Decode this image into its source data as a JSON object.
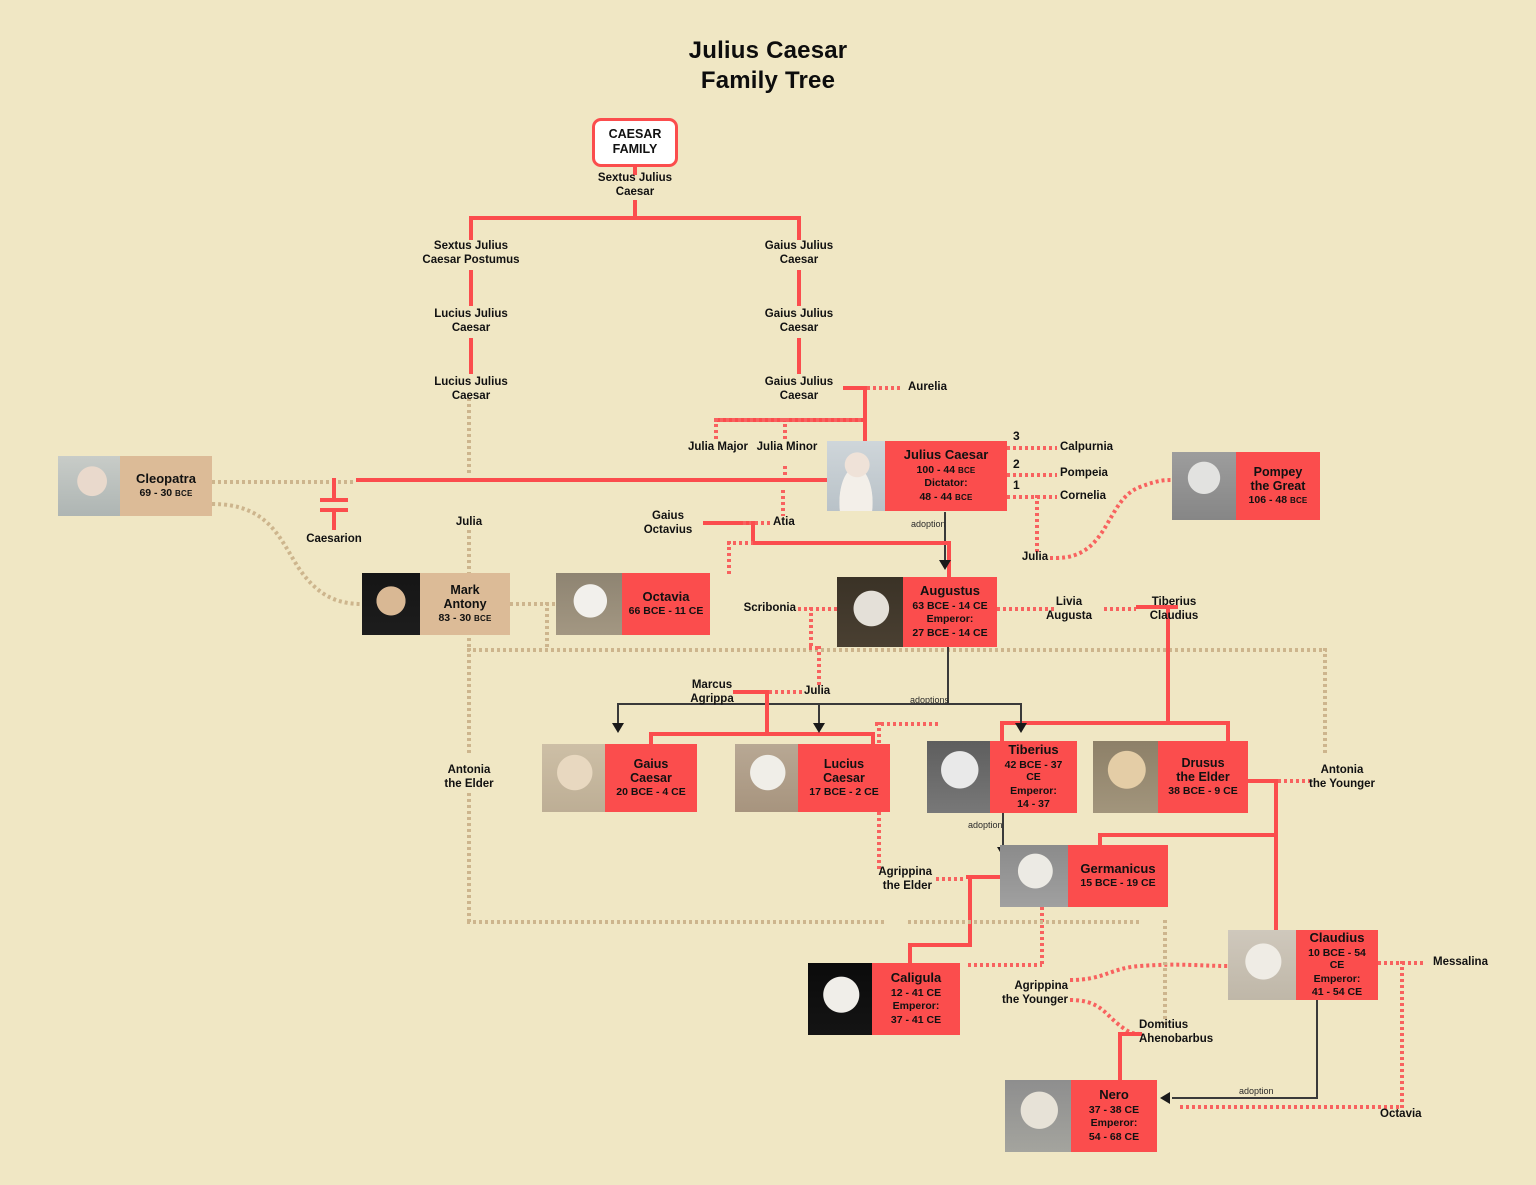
{
  "title": {
    "line1": "Julius Caesar",
    "line2": "Family Tree"
  },
  "colors": {
    "background": "#f0e7c4",
    "accent_red": "#fb4d4d",
    "tan_card": "#dcbb97",
    "text": "#111111"
  },
  "root": {
    "line1": "CAESAR",
    "line2": "FAMILY"
  },
  "text_nodes": [
    {
      "id": "sextus-julius-caesar",
      "line1": "Sextus Julius",
      "line2": "Caesar"
    },
    {
      "id": "sextus-julius-caesar-postumus",
      "line1": "Sextus Julius",
      "line2": "Caesar Postumus"
    },
    {
      "id": "gaius-julius-caesar-1",
      "line1": "Gaius Julius",
      "line2": "Caesar"
    },
    {
      "id": "lucius-julius-caesar-1",
      "line1": "Lucius Julius",
      "line2": "Caesar"
    },
    {
      "id": "gaius-julius-caesar-2",
      "line1": "Gaius Julius",
      "line2": "Caesar"
    },
    {
      "id": "lucius-julius-caesar-2",
      "line1": "Lucius Julius",
      "line2": "Caesar"
    },
    {
      "id": "gaius-julius-caesar-3",
      "line1": "Gaius Julius",
      "line2": "Caesar"
    },
    {
      "id": "aurelia",
      "line1": "Aurelia",
      "line2": ""
    },
    {
      "id": "julia-major",
      "line1": "Julia Major",
      "line2": ""
    },
    {
      "id": "julia-minor",
      "line1": "Julia Minor",
      "line2": ""
    },
    {
      "id": "calpurnia",
      "line1": "Calpurnia",
      "line2": ""
    },
    {
      "id": "pompeia",
      "line1": "Pompeia",
      "line2": ""
    },
    {
      "id": "cornelia",
      "line1": "Cornelia",
      "line2": ""
    },
    {
      "id": "julia-daughter-of-caesar",
      "line1": "Julia",
      "line2": ""
    },
    {
      "id": "caesarion",
      "line1": "Caesarion",
      "line2": ""
    },
    {
      "id": "julia-aunt",
      "line1": "Julia",
      "line2": ""
    },
    {
      "id": "gaius-octavius",
      "line1": "Gaius",
      "line2": "Octavius"
    },
    {
      "id": "atia",
      "line1": "Atia",
      "line2": ""
    },
    {
      "id": "scribonia",
      "line1": "Scribonia",
      "line2": ""
    },
    {
      "id": "livia-augusta",
      "line1": "Livia",
      "line2": "Augusta"
    },
    {
      "id": "tiberius-claudius",
      "line1": "Tiberius",
      "line2": "Claudius"
    },
    {
      "id": "marcus-agrippa",
      "line1": "Marcus",
      "line2": "Agrippa"
    },
    {
      "id": "julia-agrippa-wife",
      "line1": "Julia",
      "line2": ""
    },
    {
      "id": "antonia-the-elder",
      "line1": "Antonia",
      "line2": "the Elder"
    },
    {
      "id": "antonia-the-younger",
      "line1": "Antonia",
      "line2": "the Younger"
    },
    {
      "id": "agrippina-the-elder",
      "line1": "Agrippina",
      "line2": "the Elder"
    },
    {
      "id": "agrippina-the-younger",
      "line1": "Agrippina",
      "line2": "the Younger"
    },
    {
      "id": "domitius-ahenobarbus",
      "line1": "Domitius",
      "line2": "Ahenobarbus"
    },
    {
      "id": "messalina",
      "line1": "Messalina",
      "line2": ""
    },
    {
      "id": "octavia-wife-of-nero",
      "line1": "Octavia",
      "line2": ""
    }
  ],
  "marriage_numbers": [
    "3",
    "2",
    "1"
  ],
  "edge_labels": {
    "adoption_caesar_augustus": "adoption",
    "adoptions_augustus": "adoptions",
    "adoption_tiberius_germanicus": "adoption",
    "adoption_claudius_nero": "adoption"
  },
  "people": [
    {
      "id": "cleopatra",
      "name": "Cleopatra",
      "name2": "",
      "dates": "69 - 30 ",
      "era": "BCE",
      "dates2": "",
      "role": "",
      "role_dates": "",
      "role_era": "",
      "style": "tan"
    },
    {
      "id": "julius-caesar",
      "name": "Julius Caesar",
      "name2": "",
      "dates": "100 - 44 ",
      "era": "BCE",
      "role": "Dictator:",
      "role_dates": "48 - 44 ",
      "role_era": "BCE",
      "style": "red"
    },
    {
      "id": "pompey-the-great",
      "name": "Pompey",
      "name2": "the Great",
      "dates": "106 - 48 ",
      "era": "BCE",
      "role": "",
      "role_dates": "",
      "role_era": "",
      "style": "red"
    },
    {
      "id": "mark-antony",
      "name": "Mark",
      "name2": "Antony",
      "dates": "83 - 30 ",
      "era": "BCE",
      "role": "",
      "role_dates": "",
      "role_era": "",
      "style": "tan"
    },
    {
      "id": "octavia",
      "name": "Octavia",
      "name2": "",
      "dates": "66 BCE - 11 CE",
      "era": "",
      "role": "",
      "role_dates": "",
      "role_era": "",
      "style": "red"
    },
    {
      "id": "augustus",
      "name": "Augustus",
      "name2": "",
      "dates": "63 BCE - 14 CE",
      "era": "",
      "role": "Emperor:",
      "role_dates": "27 BCE - 14 CE",
      "role_era": "",
      "style": "red"
    },
    {
      "id": "gaius-caesar",
      "name": "Gaius",
      "name2": "Caesar",
      "dates": "20 BCE - 4 CE",
      "era": "",
      "role": "",
      "role_dates": "",
      "role_era": "",
      "style": "red"
    },
    {
      "id": "lucius-caesar",
      "name": "Lucius",
      "name2": "Caesar",
      "dates": "17 BCE - 2 CE",
      "era": "",
      "role": "",
      "role_dates": "",
      "role_era": "",
      "style": "red"
    },
    {
      "id": "tiberius",
      "name": "Tiberius",
      "name2": "",
      "dates": "42 BCE - 37 CE",
      "era": "",
      "role": "Emperor:",
      "role_dates": "14 - 37",
      "role_era": "",
      "style": "red"
    },
    {
      "id": "drusus-the-elder",
      "name": "Drusus",
      "name2": "the Elder",
      "dates": "38 BCE - 9 CE",
      "era": "",
      "role": "",
      "role_dates": "",
      "role_era": "",
      "style": "red"
    },
    {
      "id": "germanicus",
      "name": "Germanicus",
      "name2": "",
      "dates": "15 BCE - 19 CE",
      "era": "",
      "role": "",
      "role_dates": "",
      "role_era": "",
      "style": "red"
    },
    {
      "id": "caligula",
      "name": "Caligula",
      "name2": "",
      "dates": "12 - 41 CE",
      "era": "",
      "role": "Emperor:",
      "role_dates": "37 - 41 CE",
      "role_era": "",
      "style": "red"
    },
    {
      "id": "claudius",
      "name": "Claudius",
      "name2": "",
      "dates": "10 BCE - 54 CE",
      "era": "",
      "role": "Emperor:",
      "role_dates": "41 - 54 CE",
      "role_era": "",
      "style": "red"
    },
    {
      "id": "nero",
      "name": "Nero",
      "name2": "",
      "dates": "37 - 38 CE",
      "era": "",
      "role": "Emperor:",
      "role_dates": "54 - 68 CE",
      "role_era": "",
      "style": "red"
    }
  ]
}
